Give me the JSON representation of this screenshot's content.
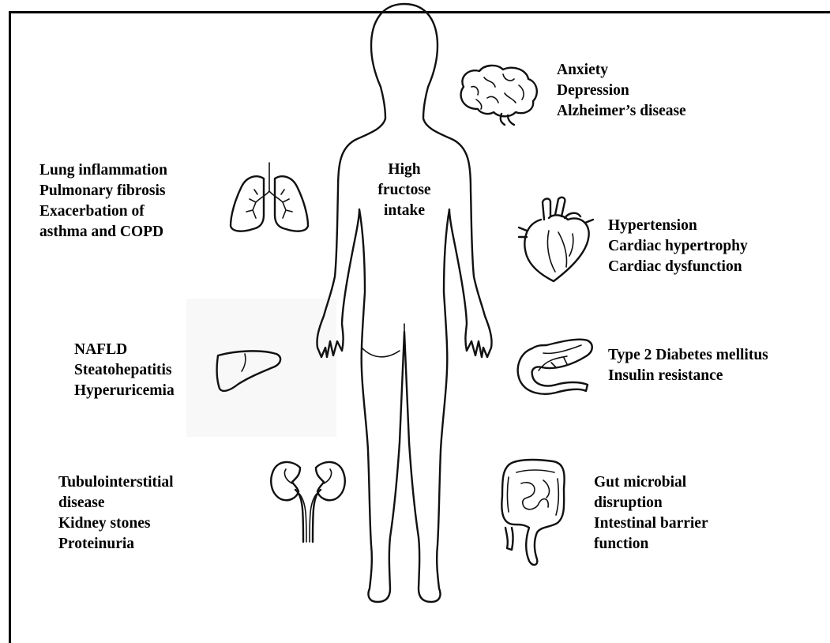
{
  "center": {
    "lines": [
      "High",
      "fructose",
      "intake"
    ]
  },
  "brain": {
    "icon": "brain-icon",
    "lines": [
      "Anxiety",
      "Depression",
      "Alzheimer’s disease"
    ]
  },
  "lungs": {
    "icon": "lungs-icon",
    "lines": [
      "Lung inflammation",
      "Pulmonary fibrosis",
      "Exacerbation of",
      "asthma and COPD"
    ]
  },
  "heart": {
    "icon": "heart-icon",
    "lines": [
      "Hypertension",
      "Cardiac hypertrophy",
      "Cardiac dysfunction"
    ]
  },
  "liver": {
    "icon": "liver-icon",
    "lines": [
      "NAFLD",
      "Steatohepatitis",
      "Hyperuricemia"
    ]
  },
  "pancreas": {
    "icon": "pancreas-icon",
    "lines": [
      "Type 2 Diabetes mellitus",
      "Insulin  resistance"
    ]
  },
  "kidney": {
    "icon": "kidney-icon",
    "lines": [
      "Tubulointerstitial",
      "disease",
      "Kidney stones",
      "Proteinuria"
    ]
  },
  "intestine": {
    "icon": "intestine-icon",
    "lines": [
      "Gut microbial",
      "disruption",
      "Intestinal barrier",
      "function"
    ]
  }
}
